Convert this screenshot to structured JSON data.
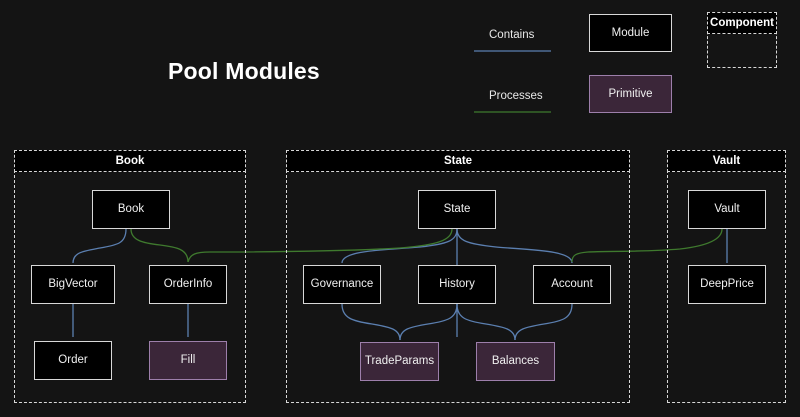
{
  "diagram": {
    "title": "Pool Modules",
    "background_color": "#141414"
  },
  "legend": {
    "contains": {
      "label": "Contains",
      "color": "#5b7fb0",
      "icon": "arrow-right-icon"
    },
    "processes": {
      "label": "Processes",
      "color": "#3f7a2e",
      "icon": "arrow-right-icon"
    },
    "module_sample": {
      "label": "Module",
      "fill": "#000000",
      "border": "#d8d8d8"
    },
    "primitive_sample": {
      "label": "Primitive",
      "fill": "#3b2639",
      "border": "#9d7fab"
    },
    "component_sample": {
      "label": "Component",
      "border": "#d8d8d8"
    }
  },
  "panels": [
    {
      "id": "book",
      "title": "Book"
    },
    {
      "id": "state",
      "title": "State"
    },
    {
      "id": "vault",
      "title": "Vault"
    }
  ],
  "nodes": {
    "book": {
      "label": "Book",
      "type": "module",
      "panel": "book"
    },
    "bigvector": {
      "label": "BigVector",
      "type": "module",
      "panel": "book"
    },
    "orderinfo": {
      "label": "OrderInfo",
      "type": "module",
      "panel": "book"
    },
    "order": {
      "label": "Order",
      "type": "module",
      "panel": "book"
    },
    "fill": {
      "label": "Fill",
      "type": "primitive",
      "panel": "book"
    },
    "state": {
      "label": "State",
      "type": "module",
      "panel": "state"
    },
    "governance": {
      "label": "Governance",
      "type": "module",
      "panel": "state"
    },
    "history": {
      "label": "History",
      "type": "module",
      "panel": "state"
    },
    "account": {
      "label": "Account",
      "type": "module",
      "panel": "state"
    },
    "tradeparams": {
      "label": "TradeParams",
      "type": "primitive",
      "panel": "state"
    },
    "balances": {
      "label": "Balances",
      "type": "primitive",
      "panel": "state"
    },
    "vault": {
      "label": "Vault",
      "type": "module",
      "panel": "vault"
    },
    "deepprice": {
      "label": "DeepPrice",
      "type": "module",
      "panel": "vault"
    }
  },
  "edges": [
    {
      "from": "book",
      "to": "bigvector",
      "kind": "contains"
    },
    {
      "from": "book",
      "to": "order",
      "kind": "contains",
      "via": "bigvector"
    },
    {
      "from": "bigvector",
      "to": "order",
      "kind": "contains"
    },
    {
      "from": "orderinfo",
      "to": "fill",
      "kind": "contains"
    },
    {
      "from": "state",
      "to": "governance",
      "kind": "contains"
    },
    {
      "from": "state",
      "to": "history",
      "kind": "contains"
    },
    {
      "from": "state",
      "to": "account",
      "kind": "contains"
    },
    {
      "from": "governance",
      "to": "tradeparams",
      "kind": "contains"
    },
    {
      "from": "history",
      "to": "tradeparams",
      "kind": "contains"
    },
    {
      "from": "history",
      "to": "balances",
      "kind": "contains"
    },
    {
      "from": "account",
      "to": "balances",
      "kind": "contains"
    },
    {
      "from": "vault",
      "to": "deepprice",
      "kind": "contains"
    },
    {
      "from": "book",
      "to": "orderinfo",
      "kind": "processes"
    },
    {
      "from": "state",
      "to": "orderinfo",
      "kind": "processes"
    },
    {
      "from": "vault",
      "to": "account",
      "kind": "processes"
    }
  ]
}
